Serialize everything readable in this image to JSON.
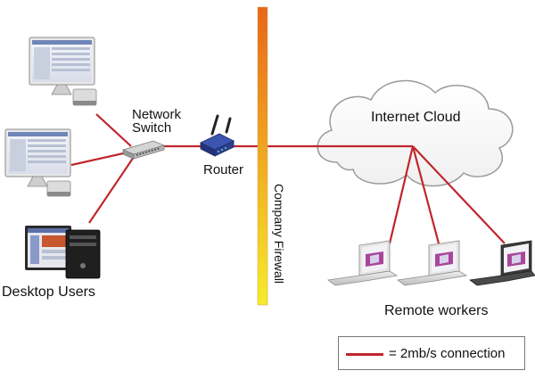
{
  "labels": {
    "network_switch_line1": "Network",
    "network_switch_line2": "Switch",
    "router": "Router",
    "company_firewall": "Company Firewall",
    "internet_cloud": "Internet Cloud",
    "desktop_users": "Desktop Users",
    "remote_workers": "Remote workers"
  },
  "legend": {
    "text": "= 2mb/s connection",
    "line_color": "#c0262d"
  },
  "colors": {
    "connection": "#c0262d",
    "firewall_top": "#e8661a",
    "firewall_bottom": "#f7ec2a",
    "cloud_stroke": "#9a9a9a",
    "router_body": "#2d3f8c"
  }
}
